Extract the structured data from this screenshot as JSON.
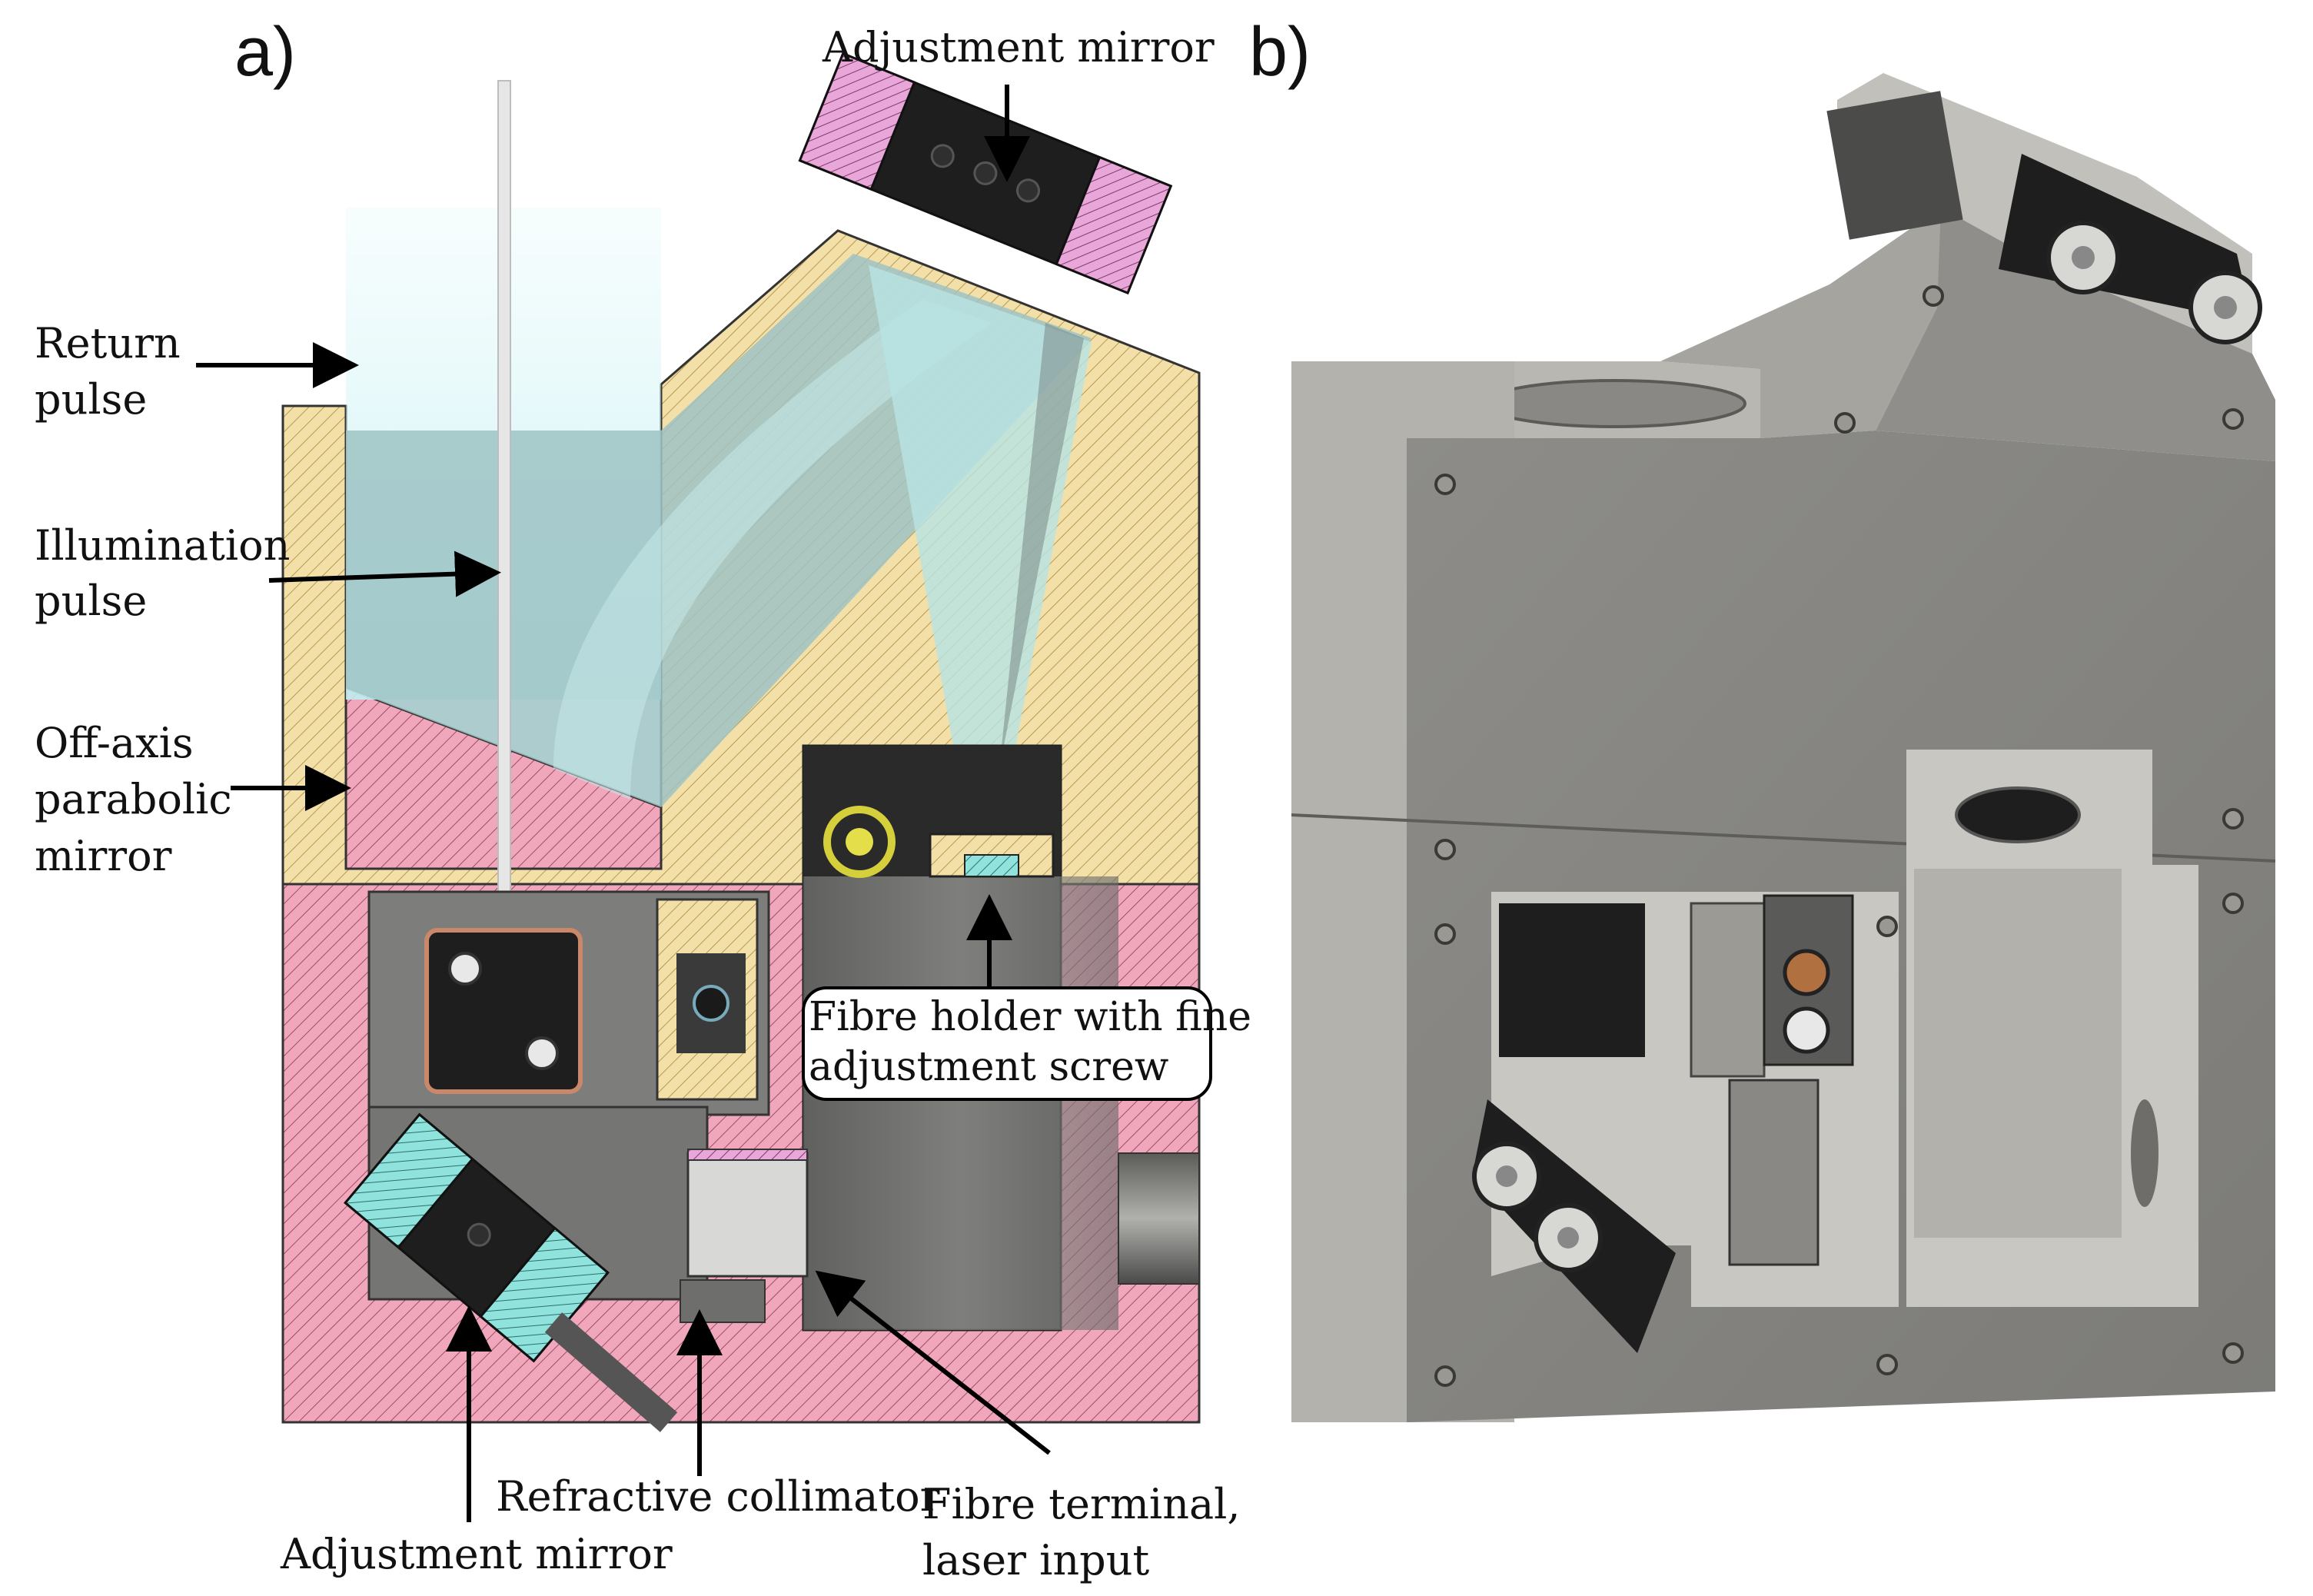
{
  "panels": {
    "a": "a)",
    "b": "b)"
  },
  "labels": {
    "adjustment_mirror_top": "Adjustment mirror",
    "return_pulse_1": "Return",
    "return_pulse_2": "pulse",
    "illumination_pulse_1": "Illumination",
    "illumination_pulse_2": "pulse",
    "oap_1": "Off-axis",
    "oap_2": "parabolic",
    "oap_3": "mirror",
    "fibre_holder_1": "Fibre holder with fine",
    "fibre_holder_2": "adjustment screw",
    "adjustment_mirror_bottom": "Adjustment mirror",
    "refractive_collimator": "Refractive collimator",
    "fibre_terminal_1": "Fibre terminal,",
    "fibre_terminal_2": "laser input"
  },
  "colors": {
    "hatch_yellow": "#f3dfa8",
    "hatch_pink": "#f0a7bb",
    "beam_cyan": "#bfeef0",
    "housing_grey": "#8f8e8a",
    "housing_light": "#b5b3ad",
    "mount_black": "#1e1e1e",
    "mount_pink": "#e9a6d8",
    "mount_cyan": "#8fe3dc"
  }
}
